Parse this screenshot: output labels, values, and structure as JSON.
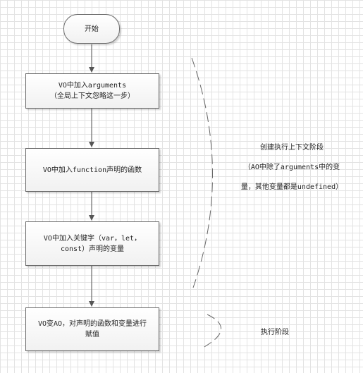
{
  "nodes": {
    "start": {
      "text": "开始"
    },
    "step1": {
      "line1": "VO中加入arguments",
      "line2": "（全局上下文忽略这一步）"
    },
    "step2": {
      "text": "VO中加入function声明的函数"
    },
    "step3": {
      "line1": "VO中加入关键字（var，let，",
      "line2": "const）声明的变量"
    },
    "step4": {
      "line1": "VO变AO，对声明的函数和变量进行",
      "line2": "赋值"
    }
  },
  "annotations": {
    "creation_phase": {
      "title": "创建执行上下文阶段",
      "line1": "（AO中除了arguments中的变",
      "line2": "量，其他变量都是undefined）"
    },
    "execution_phase": {
      "title": "执行阶段"
    }
  },
  "colors": {
    "node_border": "#6a6a6a",
    "edge": "#555555",
    "brace": "#666666",
    "grid": "#e3e3e3"
  }
}
